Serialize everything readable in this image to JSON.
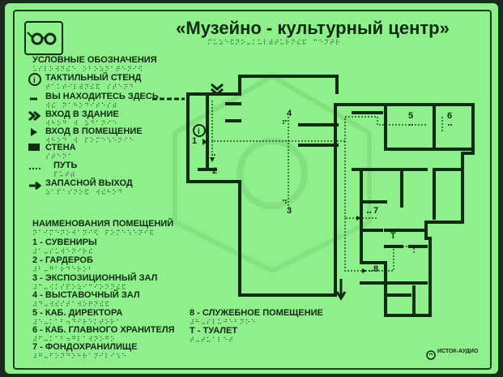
{
  "title": "«Музейно - культурный центр»",
  "legend": {
    "heading": "УСЛОВНЫЕ ОБОЗНАЧЕНИЯ",
    "items": [
      {
        "icon": "info-circle-icon",
        "label": "ТАКТИЛЬНЫЙ СТЕНД"
      },
      {
        "icon": "dashed-line-icon",
        "label": "ВЫ НАХОДИТЕСЬ ЗДЕСЬ"
      },
      {
        "icon": "double-chevron-icon",
        "label": "ВХОД В ЗДАНИЕ"
      },
      {
        "icon": "triangle-arrow-icon",
        "label": "ВХОД В ПОМЕЩЕНИЕ"
      },
      {
        "icon": "wall-bar-icon",
        "label": "СТЕНА"
      },
      {
        "icon": "dotted-path-icon",
        "label": "ПУТЬ"
      },
      {
        "icon": "arrow-right-icon",
        "label": "ЗАПАСНОЙ ВЫХОД"
      }
    ]
  },
  "rooms": {
    "heading": "НАИМЕНОВАНИЯ ПОМЕЩЕНИЙ",
    "items": [
      "1 - СУВЕНИРЫ",
      "2 - ГАРДЕРОБ",
      "3 - ЭКСПОЗИЦИОННЫЙ ЗАЛ",
      "4 - ВЫСТАВОЧНЫЙ ЗАЛ",
      "5 - КАБ. ДИРЕКТОРА",
      "6 - КАБ. ГЛАВНОГО ХРАНИТЕЛЯ",
      "7 - ФОНДОХРАНИЛИЩЕ"
    ],
    "items_right": [
      "8 - СЛУЖЕБНОЕ ПОМЕЩЕНИЕ",
      "Т - ТУАЛЕТ"
    ]
  },
  "map_labels": {
    "r1": "1",
    "r2": "2",
    "r3": "3",
    "r4": "4",
    "r5": "5",
    "r6": "6",
    "r7": "7",
    "r8": "8",
    "wc": "Т"
  },
  "logo": {
    "name": "ИСТОК-АУДИО"
  },
  "colors": {
    "plate": "#8ef08a",
    "ink": "#0f2a12"
  }
}
